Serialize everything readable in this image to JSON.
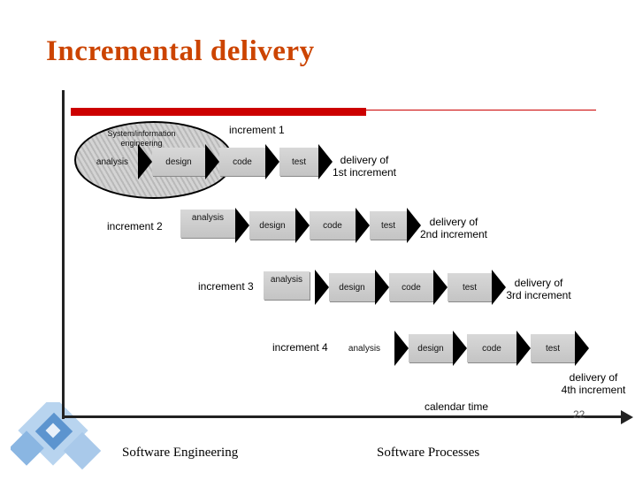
{
  "slide": {
    "title": "Incremental delivery",
    "page_number": "22"
  },
  "diagram": {
    "oval_label": "System/information\nengineering",
    "calendar_label": "calendar time",
    "increments": [
      {
        "label": "increment 1",
        "stages": [
          "analysis",
          "design",
          "code",
          "test"
        ],
        "delivery": "delivery of\n1st increment"
      },
      {
        "label": "increment 2",
        "stages": [
          "analysis",
          "design",
          "code",
          "test"
        ],
        "delivery": "delivery of\n2nd increment"
      },
      {
        "label": "increment 3",
        "stages": [
          "analysis",
          "design",
          "code",
          "test"
        ],
        "delivery": "delivery of\n3rd increment"
      },
      {
        "label": "increment 4",
        "stages": [
          "analysis",
          "design",
          "code",
          "test"
        ],
        "delivery": "delivery of\n4th increment"
      }
    ]
  },
  "footer": {
    "left": "Software Engineering",
    "right": "Software Processes"
  },
  "colors": {
    "title": "#cc4400",
    "accent_bar": "#cc0000",
    "box": "#c8c8c8",
    "arrow": "#000000"
  }
}
